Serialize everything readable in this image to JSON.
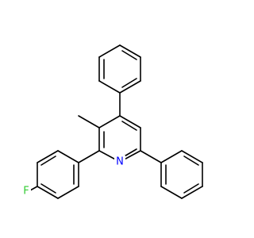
{
  "molecule": {
    "atoms": [
      {
        "id": "N",
        "label": "N",
        "color": "#0000ff"
      },
      {
        "id": "F",
        "label": "F",
        "color": "#33cc33"
      }
    ]
  },
  "colors": {
    "bond": "#000000",
    "background": "#ffffff"
  }
}
